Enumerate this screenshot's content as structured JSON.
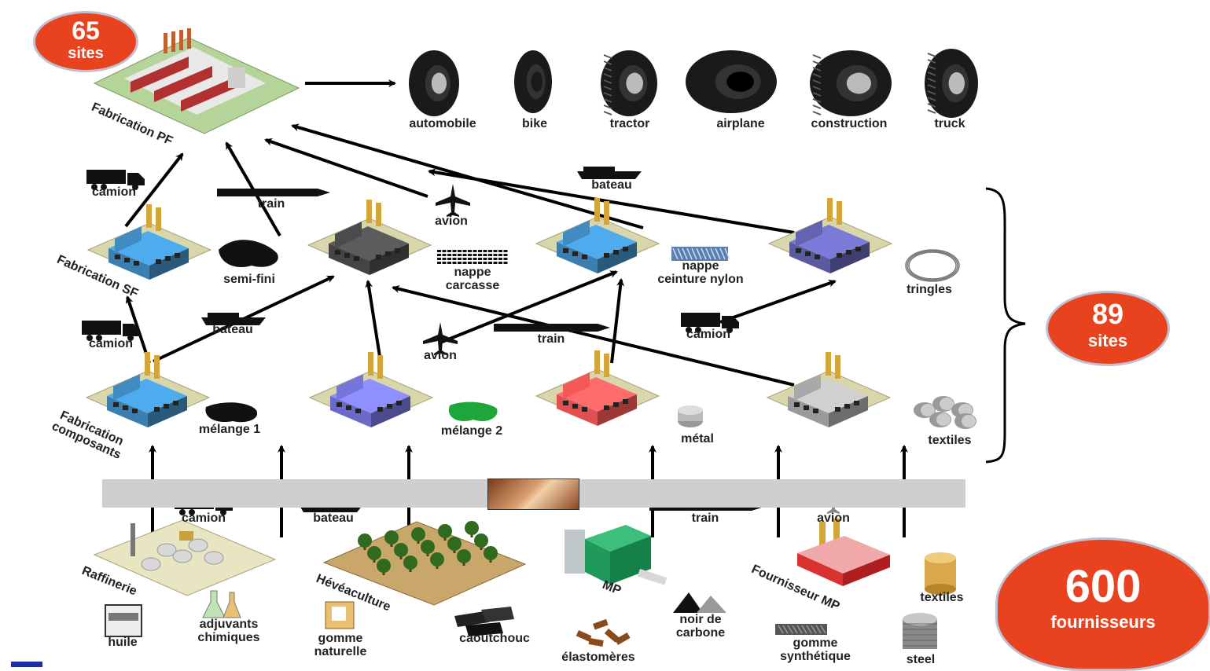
{
  "badges": {
    "sites_pf": {
      "number": "65",
      "label": "sites"
    },
    "sites_mid": {
      "number": "89",
      "label": "sites"
    },
    "suppliers": {
      "number": "600",
      "label": "fournisseurs"
    }
  },
  "products": [
    "automobile",
    "bike",
    "tractor",
    "airplane",
    "construction",
    "truck"
  ],
  "plants": {
    "pf": "Fabrication PF",
    "sf": "Fabrication SF",
    "composants": "Fabrication composants"
  },
  "intermediates": {
    "semi_fini": "semi-fini",
    "nappe_carcasse": "nappe carcasse",
    "nappe_ceinture": "nappe ceinture nylon",
    "tringles": "tringles",
    "melange1": "mélange 1",
    "melange2": "mélange 2",
    "metal": "métal",
    "textiles_mid": "textiles"
  },
  "transport": {
    "camion": "camion",
    "train": "train",
    "avion": "avion",
    "bateau": "bateau"
  },
  "suppliers": {
    "raffinerie": "Raffinerie",
    "heveaculture": "Hévéaculture",
    "mp": "MP",
    "fournisseur_mp": "Fournisseur MP"
  },
  "raw_materials": {
    "huile": "huile",
    "adjuvants": "adjuvants chimiques",
    "gomme_naturelle": "gomme naturelle",
    "caoutchouc": "caoutchouc",
    "elastomeres": "élastomères",
    "noir_carbone": "noir de carbone",
    "gomme_synth": "gomme synthétique",
    "textiles": "textiles",
    "steel": "steel"
  },
  "colors": {
    "badge_red": "#e8421e",
    "factory_blue": "#3a7fb0",
    "factory_dark": "#444444",
    "factory_purple": "#6a6ac8",
    "factory_red": "#e05050",
    "factory_grey": "#9a9a9a",
    "factory_navy": "#5a5aa0"
  }
}
